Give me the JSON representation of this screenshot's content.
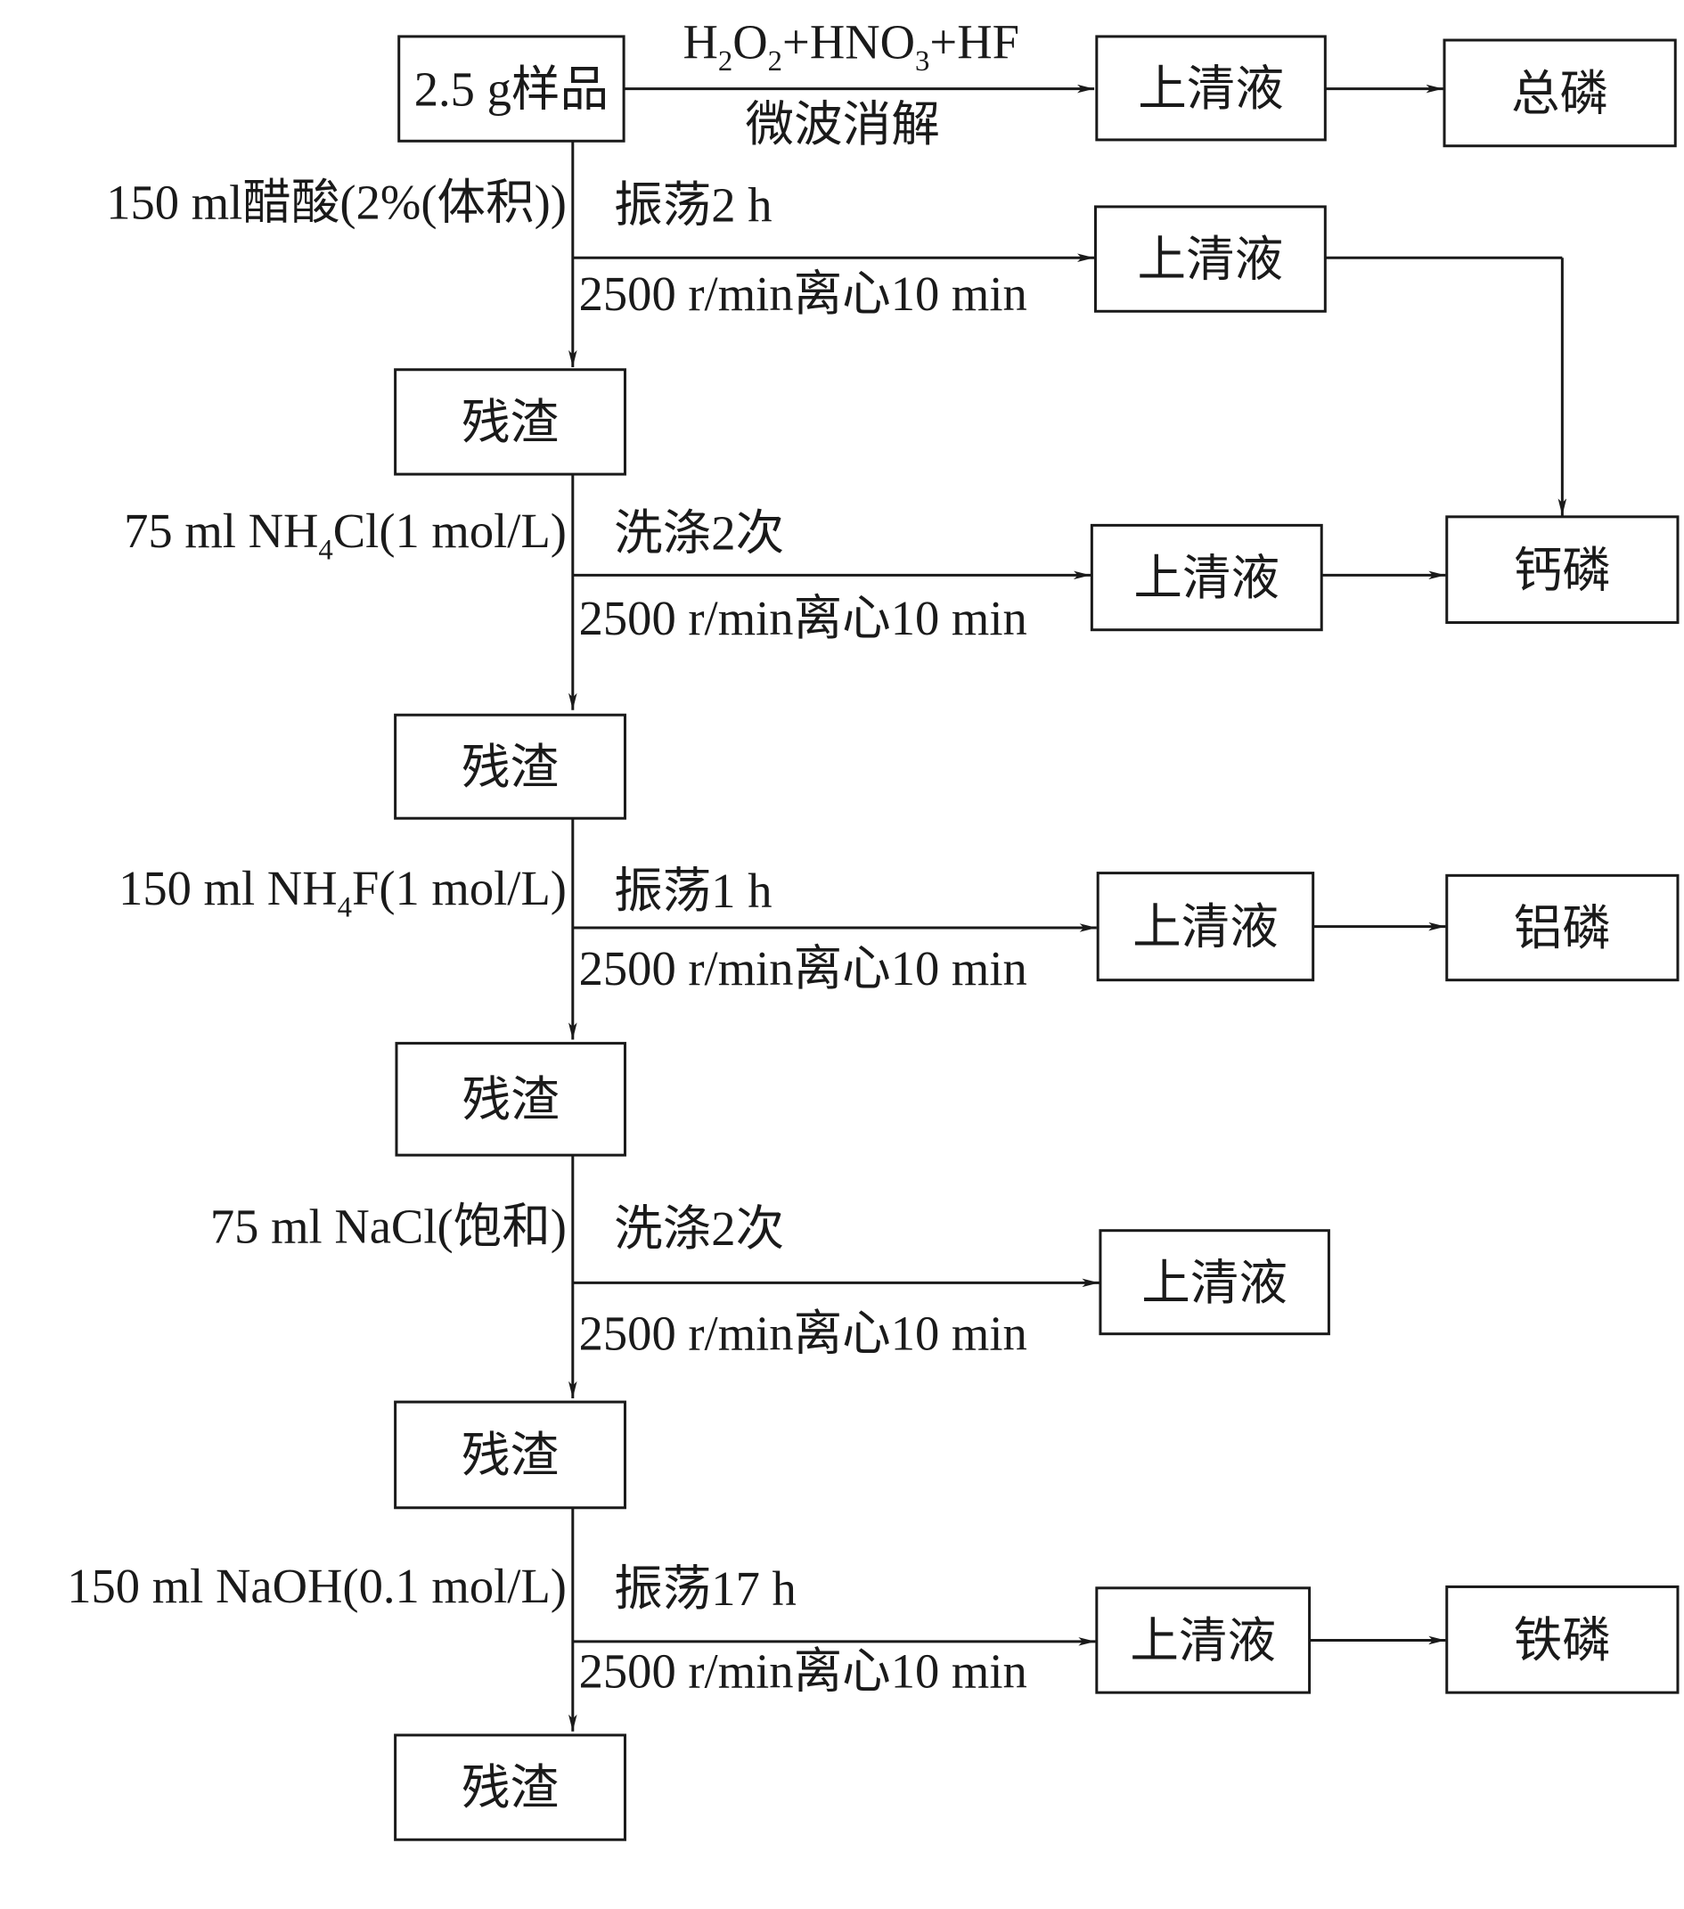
{
  "sample": "2.5 g样品",
  "digest": {
    "reagent_parts": [
      {
        "t": "H",
        "sub": false
      },
      {
        "t": "2",
        "sub": true
      },
      {
        "t": "O",
        "sub": false
      },
      {
        "t": "2",
        "sub": true
      },
      {
        "t": "+HNO",
        "sub": false
      },
      {
        "t": "3",
        "sub": true
      },
      {
        "t": "+HF",
        "sub": false
      }
    ],
    "method": "微波消解"
  },
  "supernatant": "上清液",
  "residue": "残渣",
  "total_p": "总磷",
  "steps": [
    {
      "reagent_parts": [
        {
          "t": "150 ml醋酸(2%(体积))",
          "sub": false
        }
      ],
      "action": "振荡2 h",
      "centrifuge": "2500 r/min离心10 min",
      "product": "钙磷"
    },
    {
      "reagent_parts": [
        {
          "t": "75 ml NH",
          "sub": false
        },
        {
          "t": "4",
          "sub": true
        },
        {
          "t": "Cl(1 mol/L)",
          "sub": false
        }
      ],
      "action": "洗涤2次",
      "centrifuge": "2500 r/min离心10 min",
      "product": ""
    },
    {
      "reagent_parts": [
        {
          "t": "150 ml NH",
          "sub": false
        },
        {
          "t": "4",
          "sub": true
        },
        {
          "t": "F(1 mol/L)",
          "sub": false
        }
      ],
      "action": "振荡1 h",
      "centrifuge": "2500 r/min离心10 min",
      "product": "铝磷"
    },
    {
      "reagent_parts": [
        {
          "t": "75 ml NaCl(饱和)",
          "sub": false
        }
      ],
      "action": "洗涤2次",
      "centrifuge": "2500 r/min离心10 min",
      "product": ""
    },
    {
      "reagent_parts": [
        {
          "t": "150 ml NaOH(0.1 mol/L)",
          "sub": false
        }
      ],
      "action": "振荡17 h",
      "centrifuge": "2500 r/min离心10 min",
      "product": "铁磷"
    }
  ]
}
